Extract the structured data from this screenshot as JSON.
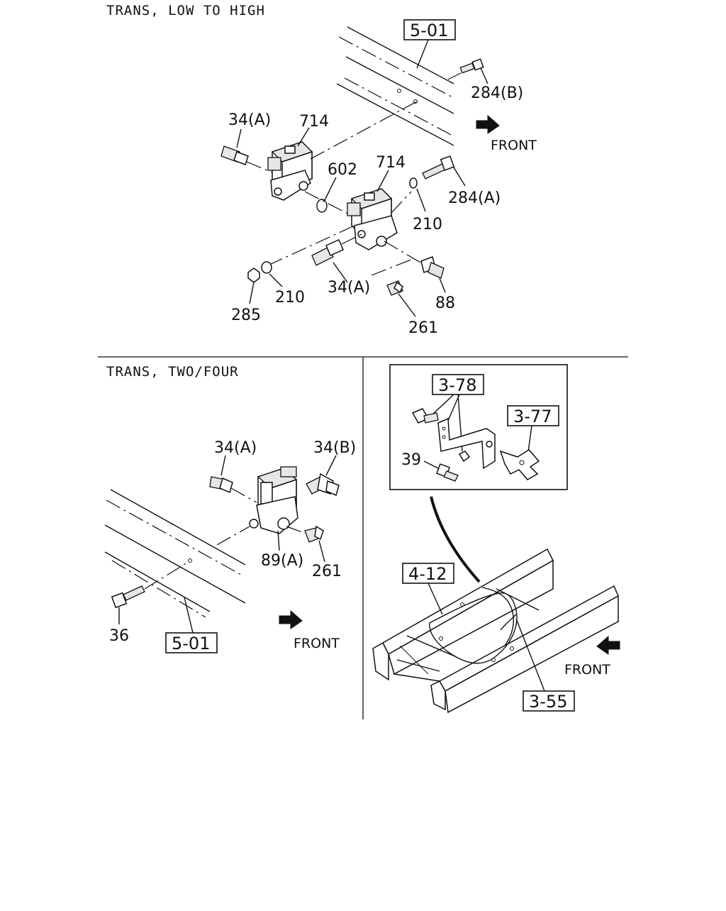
{
  "sections": {
    "low_high": {
      "title": "TRANS, LOW TO HIGH",
      "refs": [
        "5-01"
      ],
      "callouts": [
        "284(B)",
        "34(A)",
        "714",
        "714",
        "602",
        "284(A)",
        "210",
        "210",
        "285",
        "34(A)",
        "88",
        "261"
      ],
      "front": "FRONT"
    },
    "two_four": {
      "title": "TRANS, TWO/FOUR",
      "refs": [
        "5-01"
      ],
      "callouts": [
        "34(A)",
        "34(B)",
        "89(A)",
        "261",
        "36"
      ],
      "front": "FRONT"
    },
    "frame": {
      "refs": [
        "3-78",
        "3-77",
        "4-12",
        "3-55"
      ],
      "callouts": [
        "39"
      ],
      "front": "FRONT"
    }
  },
  "icons": [
    "front-arrow-icon"
  ]
}
